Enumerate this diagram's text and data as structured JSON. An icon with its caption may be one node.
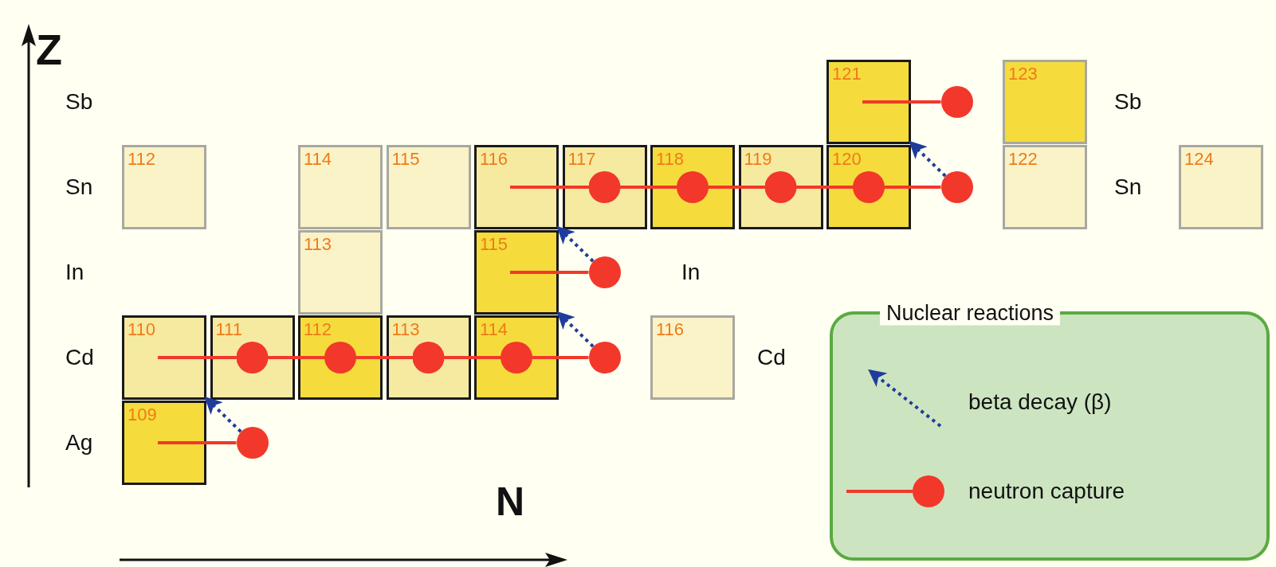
{
  "diagram": {
    "nodes": [
      {
        "text": [
          "121"
        ]
      },
      {
        "text": [
          "123"
        ]
      },
      {
        "text": [
          "112"
        ]
      },
      {
        "text": [
          "114"
        ]
      },
      {
        "text": [
          "115"
        ]
      },
      {
        "text": [
          "116"
        ]
      },
      {
        "text": [
          "117"
        ]
      },
      {
        "text": [
          "118"
        ]
      },
      {
        "text": [
          "119"
        ]
      },
      {
        "text": [
          "120"
        ]
      },
      {
        "text": [
          "122"
        ]
      },
      {
        "text": [
          "124"
        ]
      },
      {
        "text": [
          "113"
        ]
      },
      {
        "text": [
          "115"
        ]
      },
      {
        "text": [
          "110"
        ]
      },
      {
        "text": [
          "111"
        ]
      },
      {
        "text": [
          "112"
        ]
      },
      {
        "text": [
          "113"
        ]
      },
      {
        "text": [
          "114"
        ]
      },
      {
        "text": [
          "116"
        ]
      },
      {
        "text": [
          "109"
        ]
      },
      {
        "text": [],
        "shape": "circle"
      },
      {
        "text": [],
        "shape": "circle"
      },
      {
        "text": [],
        "shape": "circle"
      },
      {
        "text": [],
        "shape": "circle"
      },
      {
        "text": [],
        "shape": "circle"
      }
    ],
    "edges": [
      {
        "from": 0,
        "to": 21,
        "arrow": "none"
      },
      {
        "from": 5,
        "to": 6,
        "arrow": "other"
      },
      {
        "from": 6,
        "to": 7,
        "arrow": "other"
      },
      {
        "from": 7,
        "to": 8,
        "arrow": "other"
      },
      {
        "from": 8,
        "to": 9,
        "arrow": "other"
      },
      {
        "from": 9,
        "to": 22,
        "arrow": "none"
      },
      {
        "from": 13,
        "to": 23,
        "arrow": "none"
      },
      {
        "from": 14,
        "to": 15,
        "arrow": "other"
      },
      {
        "from": 15,
        "to": 16,
        "arrow": "other"
      },
      {
        "from": 16,
        "to": 17,
        "arrow": "other"
      },
      {
        "from": 17,
        "to": 18,
        "arrow": "other"
      },
      {
        "from": 18,
        "to": 24,
        "arrow": "none"
      },
      {
        "from": 20,
        "to": 25,
        "arrow": "none"
      },
      {
        "from": 25,
        "to": 14,
        "arrow": "to",
        "style": "dashed",
        "color": "#1f3c9c"
      },
      {
        "from": 24,
        "to": 13,
        "arrow": "to",
        "style": "dashed",
        "color": "#1f3c9c"
      },
      {
        "from": 23,
        "to": 5,
        "arrow": "to",
        "style": "dashed",
        "color": "#1f3c9c"
      },
      {
        "from": 22,
        "to": 0,
        "arrow": "to",
        "style": "dashed",
        "color": "#1f3c9c"
      }
    ],
    "labels": [
      "Z",
      "Sb",
      "Sn",
      "In",
      "Cd",
      "Ag",
      "Sb",
      "Sn",
      "In",
      "Cd",
      "N",
      "Nuclear reactions"
    ],
    "legend": [
      {
        "text": "beta decay (β)"
      },
      {
        "text": "neutron capture"
      }
    ]
  }
}
